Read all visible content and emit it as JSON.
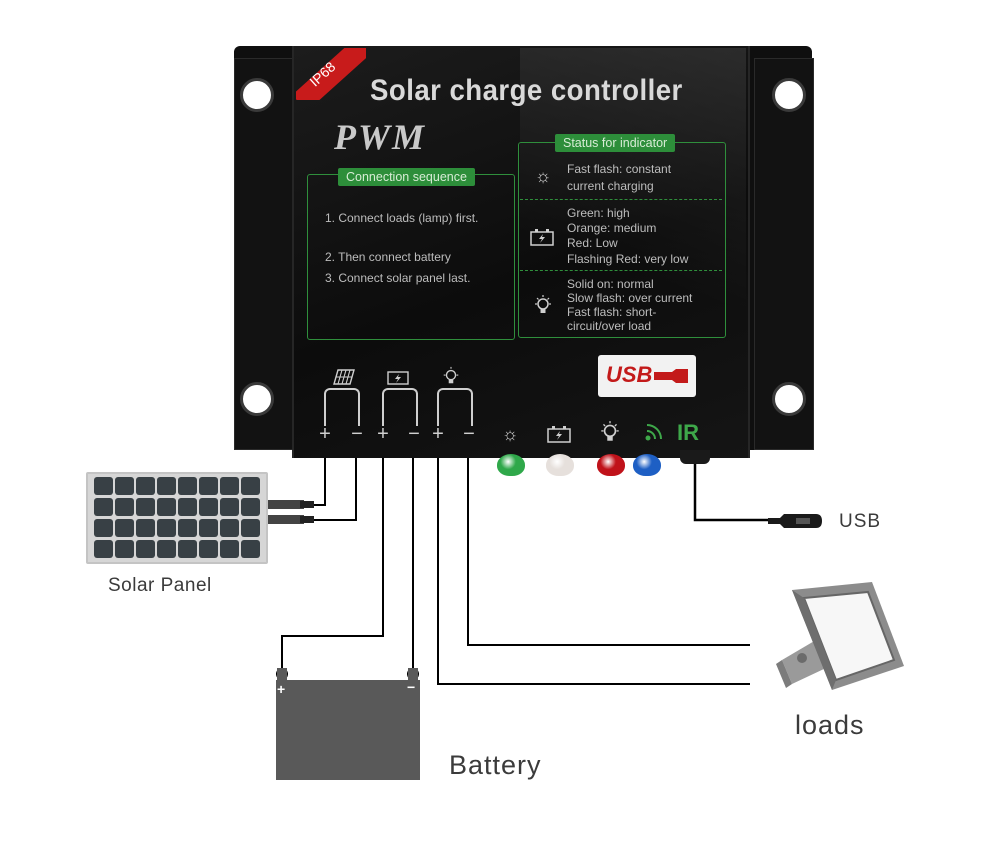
{
  "controller": {
    "badge": "IP68",
    "title": "Solar charge controller",
    "mode": "PWM",
    "connection": {
      "heading": "Connection sequence",
      "steps": [
        "1. Connect loads (lamp) first.",
        "2. Then connect battery",
        "3. Connect solar panel last."
      ]
    },
    "status": {
      "heading": "Status for indicator",
      "sun": [
        "Fast flash: constant",
        "current charging"
      ],
      "battery": [
        "Green: high",
        "Orange: medium",
        "Red: Low",
        "Flashing Red: very low"
      ],
      "lamp": [
        "Solid on: normal",
        "Slow flash: over current",
        "Fast flash: short-",
        "circuit/over load"
      ]
    },
    "usb_logo": "USB",
    "ir_label": "IR",
    "terminals": [
      "+",
      "−",
      "+",
      "−",
      "+",
      "−"
    ],
    "leds": [
      {
        "name": "green",
        "color": "#2fa84a"
      },
      {
        "name": "white",
        "color": "#e6e0dc"
      },
      {
        "name": "red",
        "color": "#c0121a"
      },
      {
        "name": "blue",
        "color": "#1e5fc4"
      }
    ],
    "accent": "#2f8f3c"
  },
  "labels": {
    "solar_panel": "Solar Panel",
    "battery": "Battery",
    "loads": "loads",
    "usb": "USB"
  },
  "battery_terminals": {
    "plus": "+",
    "minus": "−"
  }
}
